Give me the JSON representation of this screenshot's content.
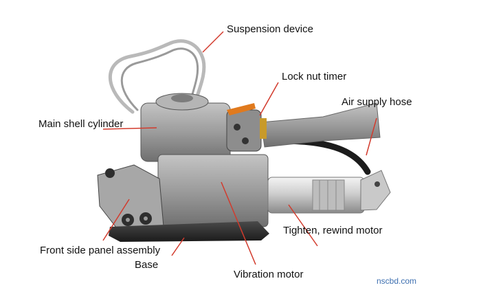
{
  "labels": {
    "suspension": "Suspension device",
    "lock_nut": "Lock nut timer",
    "air_hose": "Air supply hose",
    "main_shell": "Main shell cylinder",
    "front_panel": "Front side panel assembly",
    "base": "Base",
    "vibration": "Vibration motor",
    "tighten": "Tighten, rewind motor"
  },
  "watermark": "nscbd.com",
  "colors": {
    "leader_line": "#d23a2c",
    "body_gray": "#9a9a9a",
    "plate_dark": "#2b2b2b",
    "chrome": "#d8d8d8",
    "lever_orange": "#e07a1e",
    "watermark": "#3d6fb0"
  }
}
